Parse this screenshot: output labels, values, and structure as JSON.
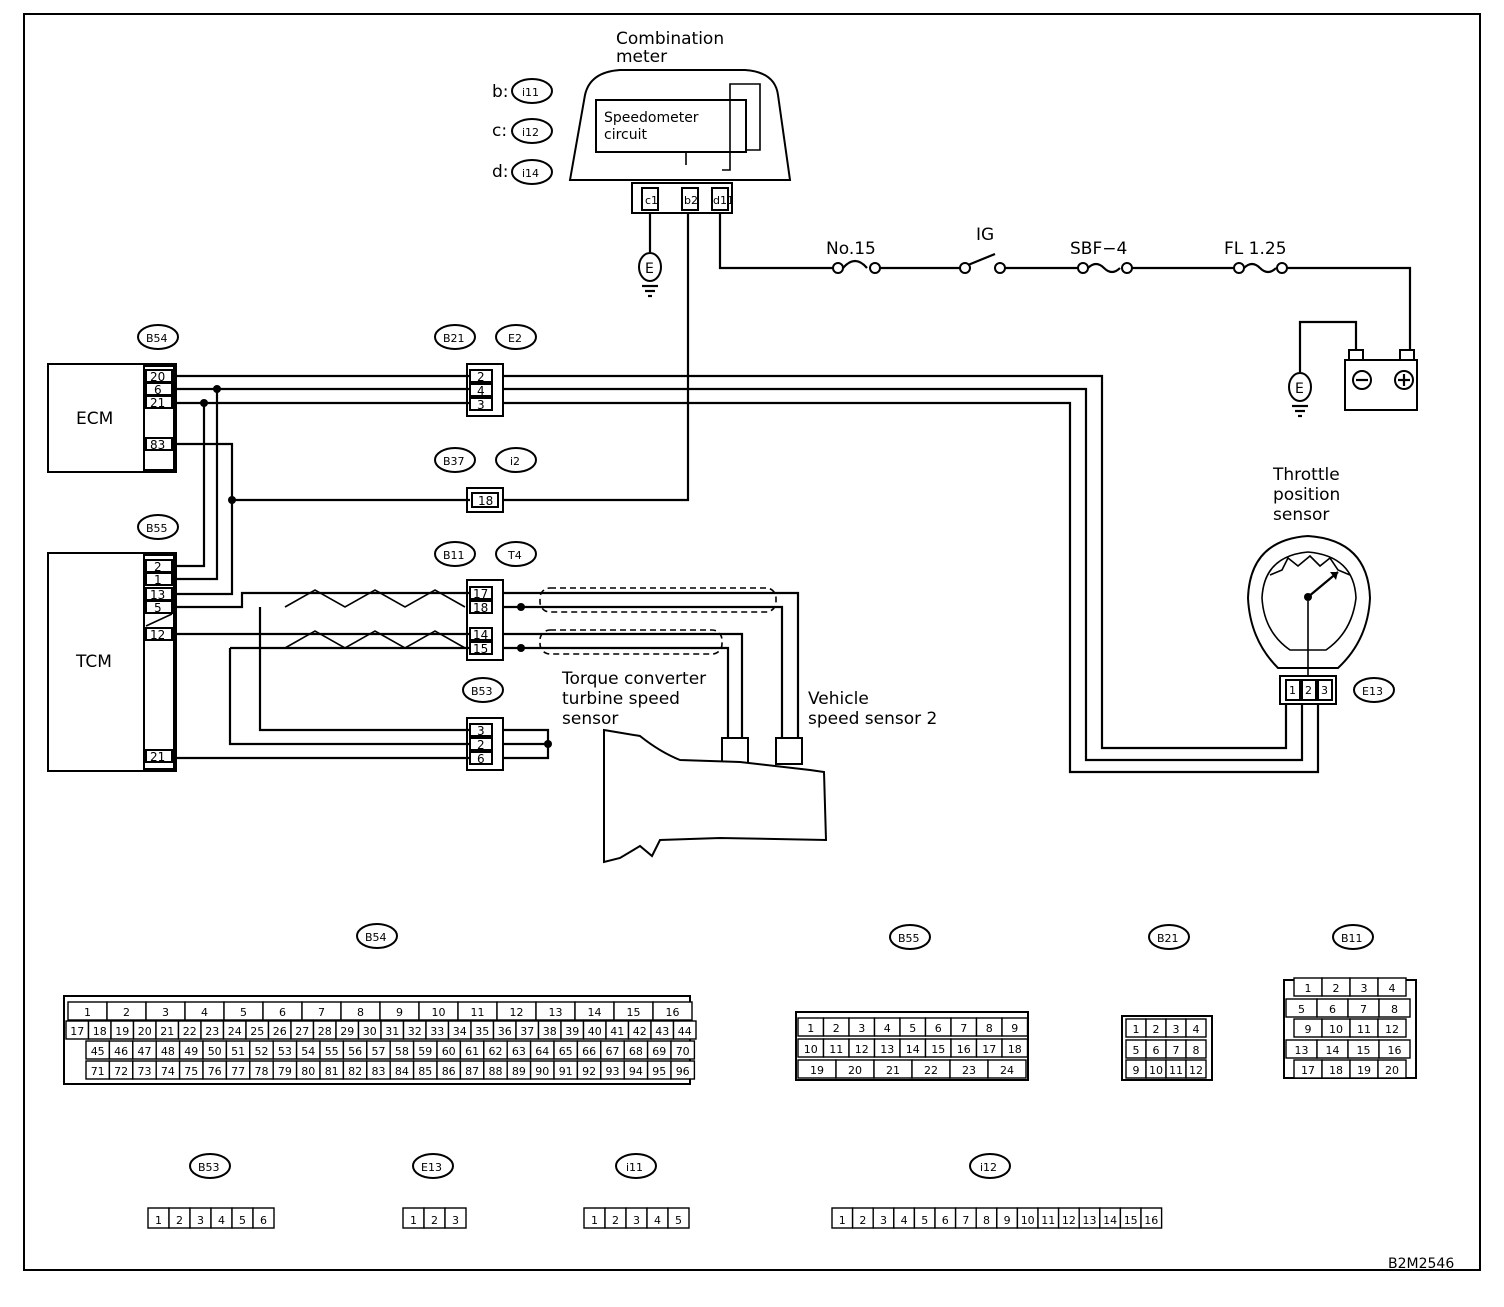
{
  "labels": {
    "combination_meter_line1": "Combination",
    "combination_meter_line2": "meter",
    "speedometer_line1": "Speedometer",
    "speedometer_line2": "circuit",
    "ecm": "ECM",
    "tcm": "TCM",
    "fuse_no15": "No.15",
    "ig": "IG",
    "sbf": "SBF−4",
    "fl": "FL 1.25",
    "tps_line1": "Throttle",
    "tps_line2": "position",
    "tps_line3": "sensor",
    "tc_line1": "Torque converter",
    "tc_line2": "turbine speed",
    "tc_line3": "sensor",
    "vss_line1": "Vehicle",
    "vss_line2": "speed sensor 2",
    "figure_code": "B2M2546",
    "meter_ref_b": "b:",
    "meter_ref_c": "c:",
    "meter_ref_d": "d:",
    "ground": "E"
  },
  "connectors": {
    "i11": "i11",
    "i12": "i12",
    "i14": "i14",
    "B54": "B54",
    "B55": "B55",
    "B21": "B21",
    "E2": "E2",
    "B37": "B37",
    "i2": "i2",
    "B11": "B11",
    "T4": "T4",
    "B53": "B53",
    "E13": "E13"
  },
  "pins": {
    "meter": [
      "c1",
      "b2",
      "d11"
    ],
    "ecm": [
      "20",
      "6",
      "21",
      "83"
    ],
    "tcm": [
      "2",
      "1",
      "13",
      "5",
      "12",
      "21"
    ],
    "b21": [
      "2",
      "4",
      "3"
    ],
    "b37": [
      "18"
    ],
    "b11": [
      "17",
      "18",
      "14",
      "15"
    ],
    "b53": [
      "3",
      "2",
      "6"
    ],
    "e13": [
      "1",
      "2",
      "3"
    ]
  },
  "face_views": {
    "b54_row1": [
      "1",
      "2",
      "3",
      "4",
      "5",
      "6",
      "7",
      "8",
      "9",
      "10",
      "11",
      "12",
      "13",
      "14",
      "15",
      "16"
    ],
    "b54_row2": [
      "17",
      "18",
      "19",
      "20",
      "21",
      "22",
      "23",
      "24",
      "25",
      "26",
      "27",
      "28",
      "29",
      "30",
      "31",
      "32",
      "33",
      "34",
      "35",
      "36",
      "37",
      "38",
      "39",
      "40",
      "41",
      "42",
      "43",
      "44"
    ],
    "b54_row3": [
      "45",
      "46",
      "47",
      "48",
      "49",
      "50",
      "51",
      "52",
      "53",
      "54",
      "55",
      "56",
      "57",
      "58",
      "59",
      "60",
      "61",
      "62",
      "63",
      "64",
      "65",
      "66",
      "67",
      "68",
      "69",
      "70"
    ],
    "b54_row4": [
      "71",
      "72",
      "73",
      "74",
      "75",
      "76",
      "77",
      "78",
      "79",
      "80",
      "81",
      "82",
      "83",
      "84",
      "85",
      "86",
      "87",
      "88",
      "89",
      "90",
      "91",
      "92",
      "93",
      "94",
      "95",
      "96"
    ],
    "b55_row1": [
      "1",
      "2",
      "3",
      "4",
      "5",
      "6",
      "7",
      "8",
      "9"
    ],
    "b55_row2": [
      "10",
      "11",
      "12",
      "13",
      "14",
      "15",
      "16",
      "17",
      "18"
    ],
    "b55_row3": [
      "19",
      "20",
      "21",
      "22",
      "23",
      "24"
    ],
    "b21_row1": [
      "1",
      "2",
      "3",
      "4"
    ],
    "b21_row2": [
      "5",
      "6",
      "7",
      "8"
    ],
    "b21_row3": [
      "9",
      "10",
      "11",
      "12"
    ],
    "b11_row1": [
      "1",
      "2",
      "3",
      "4"
    ],
    "b11_row2": [
      "5",
      "6",
      "7",
      "8"
    ],
    "b11_row3": [
      "9",
      "10",
      "11",
      "12"
    ],
    "b11_row4": [
      "13",
      "14",
      "15",
      "16"
    ],
    "b11_row5": [
      "17",
      "18",
      "19",
      "20"
    ],
    "b53": [
      "1",
      "2",
      "3",
      "4",
      "5",
      "6"
    ],
    "e13": [
      "1",
      "2",
      "3"
    ],
    "i11": [
      "1",
      "2",
      "3",
      "4",
      "5"
    ],
    "i12": [
      "1",
      "2",
      "3",
      "4",
      "5",
      "6",
      "7",
      "8",
      "9",
      "10",
      "11",
      "12",
      "13",
      "14",
      "15",
      "16"
    ]
  }
}
